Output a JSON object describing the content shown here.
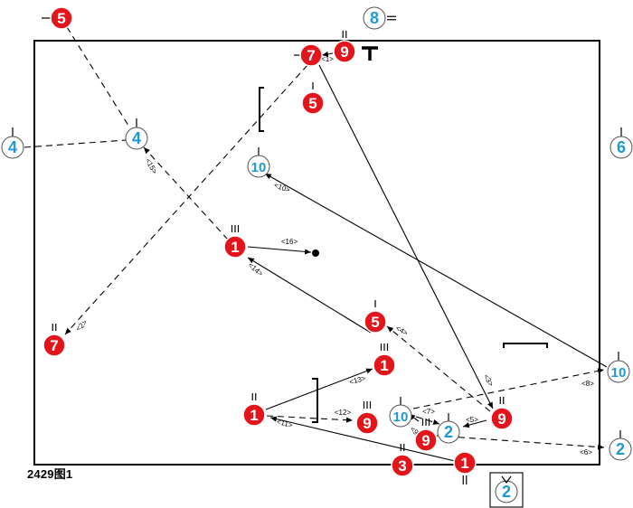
{
  "caption": "2429图1",
  "colors": {
    "red_team": "#e3151b",
    "blue_team": "#1e98d6",
    "line": "#000000",
    "background": "#ffffff"
  },
  "red_players": [
    {
      "id": "r5_top",
      "label": "5"
    },
    {
      "id": "r7_top",
      "label": "7"
    },
    {
      "id": "r9_top",
      "label": "9"
    },
    {
      "id": "r5_mid",
      "label": "5"
    },
    {
      "id": "r1_center",
      "label": "1"
    },
    {
      "id": "r7_left",
      "label": "7"
    },
    {
      "id": "r5_low",
      "label": "5"
    },
    {
      "id": "r1_low",
      "label": "1"
    },
    {
      "id": "r1_left",
      "label": "1"
    },
    {
      "id": "r9_low",
      "label": "9"
    },
    {
      "id": "r9_right",
      "label": "9"
    },
    {
      "id": "r9_bot",
      "label": "9"
    },
    {
      "id": "r3_bot",
      "label": "3"
    },
    {
      "id": "r1_bot",
      "label": "1"
    }
  ],
  "blue_players": [
    {
      "id": "b8_top",
      "label": "8"
    },
    {
      "id": "b4_left",
      "label": "4"
    },
    {
      "id": "b4_mid",
      "label": "4"
    },
    {
      "id": "b10_top",
      "label": "10"
    },
    {
      "id": "b6_right",
      "label": "6"
    },
    {
      "id": "b10_right",
      "label": "10"
    },
    {
      "id": "b10_low",
      "label": "10"
    },
    {
      "id": "b2_low",
      "label": "2"
    },
    {
      "id": "b2_right",
      "label": "2"
    },
    {
      "id": "b2_bot",
      "label": "2"
    }
  ],
  "step_labels": [
    "<1>",
    "<2>",
    "<3>",
    "<4>",
    "<5>",
    "<6>",
    "<7>",
    "<8>",
    "<9>",
    "<10>",
    "<11>",
    "<12>",
    "<13>",
    "<14>",
    "<15>",
    "<16>"
  ]
}
